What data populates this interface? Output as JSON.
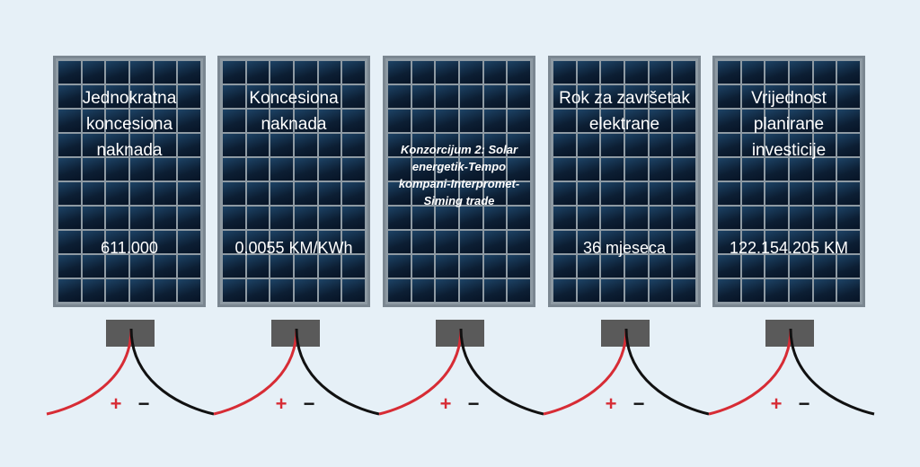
{
  "colors": {
    "background": "#e6f0f7",
    "panel_cell": "#0f2740",
    "panel_frame": "#7b8791",
    "wire_positive": "#d72c35",
    "wire_negative": "#111111",
    "junction_box": "#5a5a5a"
  },
  "panels": [
    {
      "title": "Jednokratna koncesiona naknada",
      "value": "611.000"
    },
    {
      "title": "Koncesiona naknada",
      "value": "0,0055 KM/KWh"
    },
    {
      "title": "Konzorcijum 2: Solar energetik-Tempo kompani-Interpromet-Siming trade",
      "value": ""
    },
    {
      "title": "Rok za završetak elektrane",
      "value": "36 mjeseca"
    },
    {
      "title": "Vrijednost planirane investicije",
      "value": "122.154.205 KM"
    }
  ],
  "polarity": {
    "plus": "+",
    "minus": "−"
  }
}
